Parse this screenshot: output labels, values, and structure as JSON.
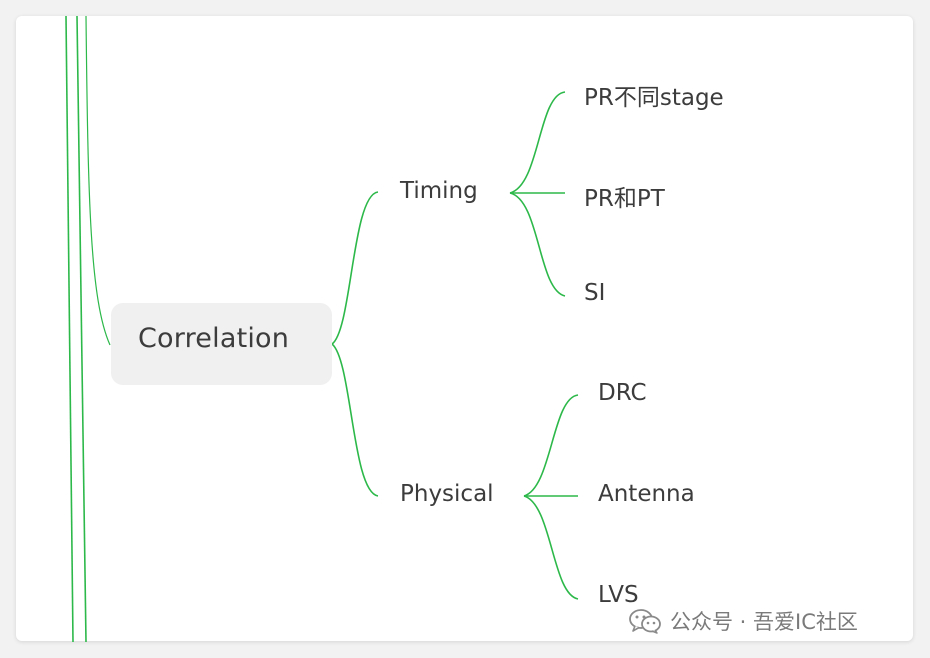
{
  "mindmap": {
    "root": "Correlation",
    "branches": [
      {
        "label": "Timing",
        "children": [
          "PR不同stage",
          "PR和PT",
          "SI"
        ]
      },
      {
        "label": "Physical",
        "children": [
          "DRC",
          "Antenna",
          "LVS"
        ]
      }
    ]
  },
  "colors": {
    "link": "#2db84a",
    "root_bg": "#f0f0f0",
    "text": "#3c3c3c"
  },
  "watermark": {
    "text": "公众号 · 吾爱IC社区",
    "icon": "wechat-icon"
  }
}
